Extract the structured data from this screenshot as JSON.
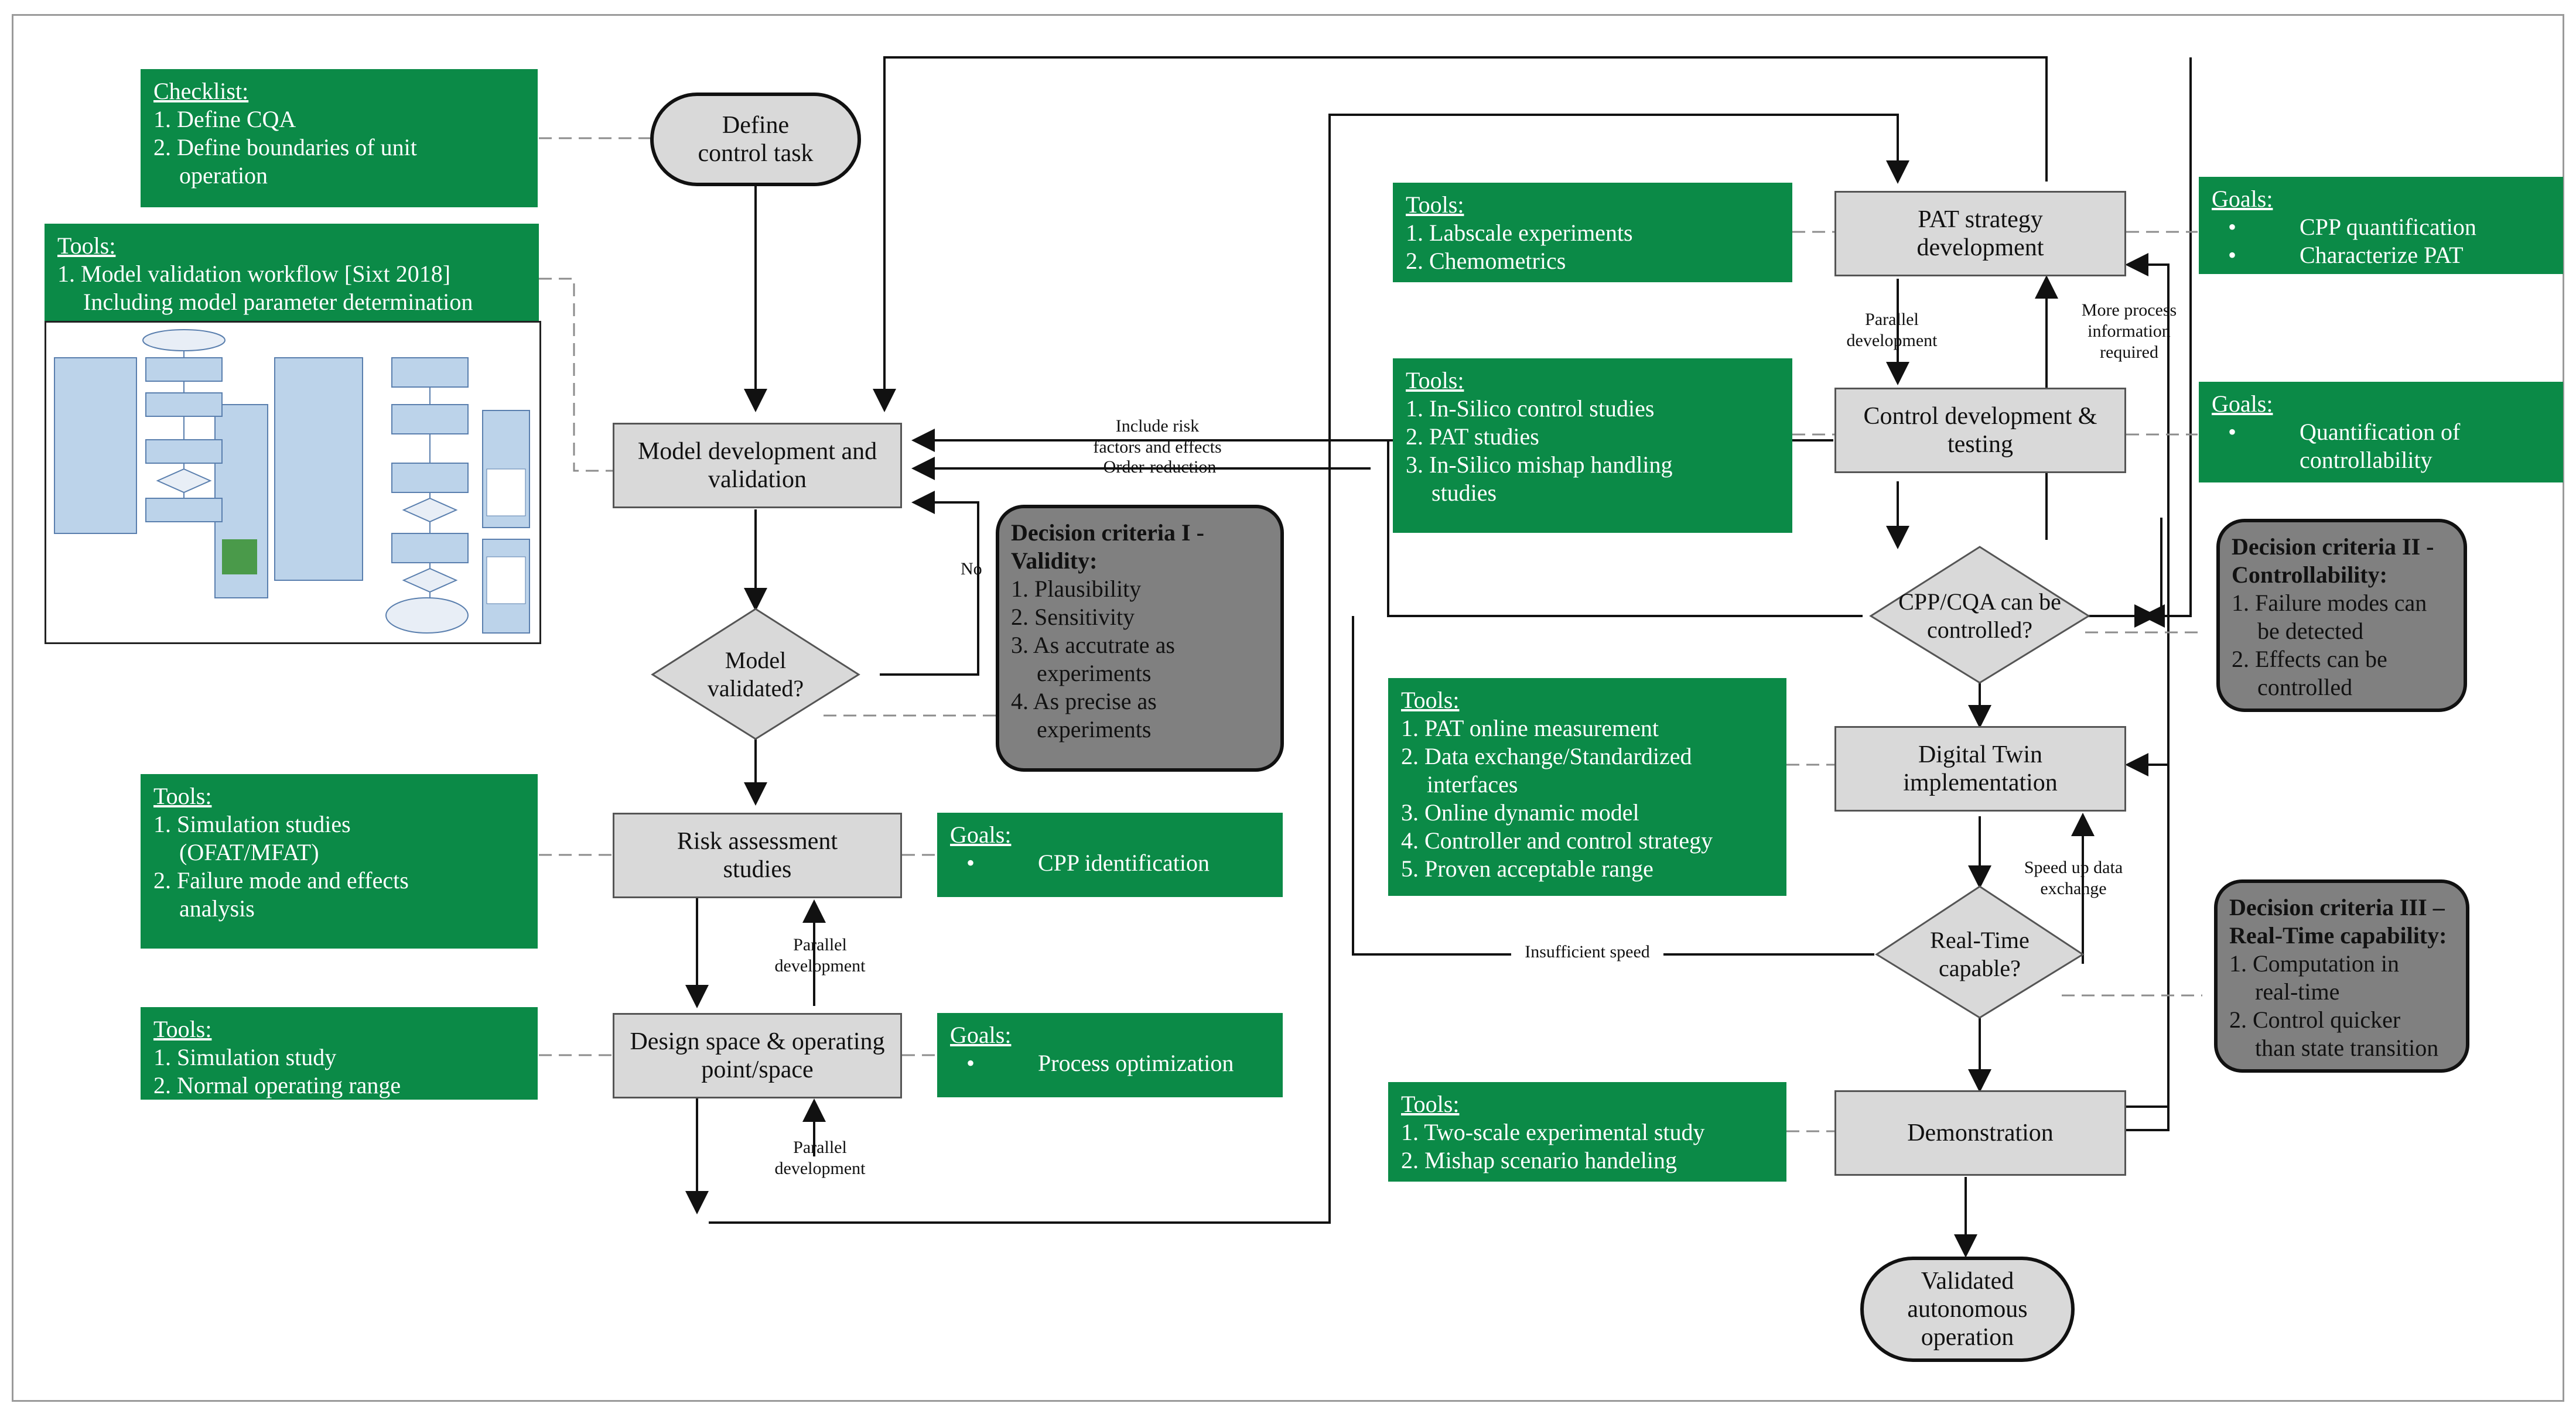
{
  "nodes": {
    "define_task": "Define control task",
    "model_dev": "Model development and validation",
    "model_validated": "Model validated?",
    "risk": "Risk assessment studies",
    "design_space": "Design space & operating point/space",
    "pat": "PAT strategy development",
    "control_dev": "Control development & testing",
    "cpp_cqa": "CPP/CQA can be controlled?",
    "digital_twin": "Digital Twin implementation",
    "realtime": "Real-Time capable?",
    "demonstration": "Demonstration",
    "validated": "Validated autonomous operation"
  },
  "green_boxes": {
    "checklist": {
      "title": "Checklist:",
      "items": [
        "1. Define CQA",
        "2. Define boundaries of unit",
        "operation"
      ]
    },
    "tools_model": {
      "title": "Tools:",
      "items": [
        "1. Model validation workflow [Sixt 2018]",
        "Including model parameter determination"
      ]
    },
    "tools_risk": {
      "title": "Tools:",
      "items": [
        "1. Simulation studies",
        "(OFAT/MFAT)",
        "2. Failure mode and effects",
        "analysis"
      ]
    },
    "goals_risk": {
      "title": "Goals:",
      "items": [
        "CPP identification"
      ]
    },
    "tools_design": {
      "title": "Tools:",
      "items": [
        "1. Simulation study",
        "2. Normal operating range"
      ]
    },
    "goals_design": {
      "title": "Goals:",
      "items": [
        "Process optimization"
      ]
    },
    "tools_pat": {
      "title": "Tools:",
      "items": [
        "1. Labscale experiments",
        "2. Chemometrics"
      ]
    },
    "goals_pat": {
      "title": "Goals:",
      "items": [
        "CPP quantification",
        "Characterize PAT"
      ]
    },
    "tools_control": {
      "title": "Tools:",
      "items": [
        "1. In-Silico control studies",
        "2. PAT studies",
        "3. In-Silico mishap handling",
        "studies"
      ]
    },
    "goals_control": {
      "title": "Goals:",
      "items": [
        "Quantification of",
        "controllability"
      ]
    },
    "tools_twin": {
      "title": "Tools:",
      "items": [
        "1. PAT online measurement",
        "2. Data exchange/Standardized",
        "interfaces",
        "3. Online dynamic model",
        "4. Controller and control strategy",
        "5. Proven acceptable range"
      ]
    },
    "tools_demo": {
      "title": "Tools:",
      "items": [
        "1. Two-scale experimental study",
        "2. Mishap scenario handeling"
      ]
    }
  },
  "decision_boxes": {
    "dc1": {
      "title": [
        "Decision criteria I -",
        "Validity:"
      ],
      "items": [
        "1. Plausibility",
        "2. Sensitivity",
        "3. As accutrate as",
        "experiments",
        "4. As precise as",
        "experiments"
      ]
    },
    "dc2": {
      "title": [
        "Decision criteria II -",
        "Controllability:"
      ],
      "items": [
        "1. Failure modes can",
        "be detected",
        "2. Effects can be",
        "controlled"
      ]
    },
    "dc3": {
      "title": [
        "Decision criteria III –",
        "Real-Time capability:"
      ],
      "items": [
        "1. Computation in",
        "real-time",
        "2. Control quicker",
        "than state transition"
      ]
    }
  },
  "labels": {
    "no": "No",
    "include_risk_1": "Include risk",
    "include_risk_2": "factors and effects",
    "order_reduction": "Order-reduction",
    "parallel_dev_1": "Parallel",
    "parallel_dev_2": "development",
    "more_info_1": "More process",
    "more_info_2": "information",
    "more_info_3": "required",
    "speed_up_1": "Speed up data",
    "speed_up_2": "exchange",
    "insufficient_speed": "Insufficient speed"
  },
  "colors": {
    "green": "#0b8a47",
    "process_gray": "#d9d9d9",
    "decision_gray": "#808080",
    "line": "#111111",
    "dashed": "#8c8c8c"
  }
}
